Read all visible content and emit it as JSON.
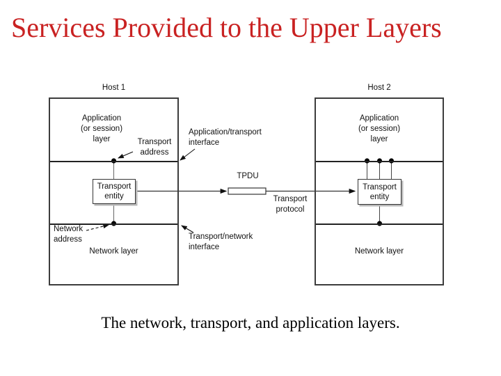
{
  "title": "Services Provided to the Upper Layers",
  "caption": "The network, transport, and application layers.",
  "colors": {
    "title_red": "#c92222",
    "diagram_line": "#333333",
    "entity_shadow": "#b9b9b9"
  },
  "diagram": {
    "host1": {
      "label": "Host 1",
      "application_layer": "Application\n(or session)\nlayer",
      "transport_entity": "Transport\nentity",
      "network_layer": "Network layer",
      "transport_address": "Transport\naddress",
      "network_address": "Network\naddress"
    },
    "host2": {
      "label": "Host 2",
      "application_layer": "Application\n(or session)\nlayer",
      "transport_entity": "Transport\nentity",
      "network_layer": "Network layer"
    },
    "labels": {
      "app_transport_interface": "Application/transport\ninterface",
      "transport_network_interface": "Transport/network\ninterface",
      "tpdu": "TPDU",
      "transport_protocol": "Transport\nprotocol"
    }
  }
}
